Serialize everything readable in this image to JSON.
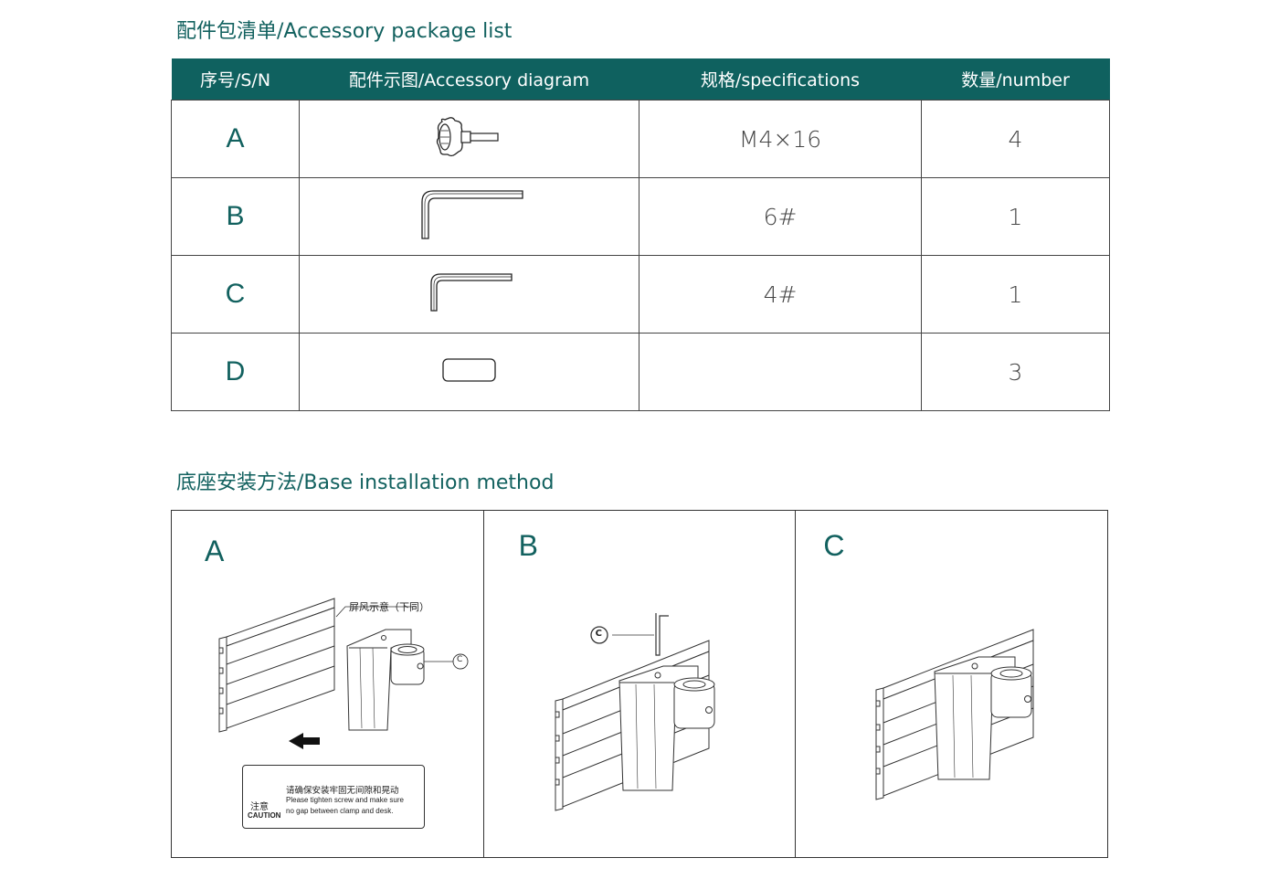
{
  "accessory": {
    "title": "配件包清单/Accessory package list",
    "headers": [
      "序号/S/N",
      "配件示图/Accessory diagram",
      "规格/specifications",
      "数量/number"
    ],
    "rows": [
      {
        "sn": "A",
        "diagram_icon": "knob-screw-icon",
        "spec": "M4×16",
        "qty": "4"
      },
      {
        "sn": "B",
        "diagram_icon": "hex-key-large-icon",
        "spec": "6#",
        "qty": "1"
      },
      {
        "sn": "C",
        "diagram_icon": "hex-key-small-icon",
        "spec": "4#",
        "qty": "1"
      },
      {
        "sn": "D",
        "diagram_icon": "spacer-pad-icon",
        "spec": "",
        "qty": "3"
      }
    ]
  },
  "installation": {
    "title": "底座安装方法/Base installation method",
    "panels": [
      {
        "letter": "A",
        "callout": "屏风示意（下同）",
        "marker": "C"
      },
      {
        "letter": "B",
        "marker": "C"
      },
      {
        "letter": "C"
      }
    ],
    "caution": {
      "label_zh": "注意",
      "label_en": "CAUTION",
      "message_zh": "请确保安装牢固无间隙和晃动",
      "message_en_1": "Please tighten screw and make sure",
      "message_en_2": "no gap between clamp and desk."
    }
  },
  "colors": {
    "accent": "#0f615f",
    "line": "#444444"
  }
}
